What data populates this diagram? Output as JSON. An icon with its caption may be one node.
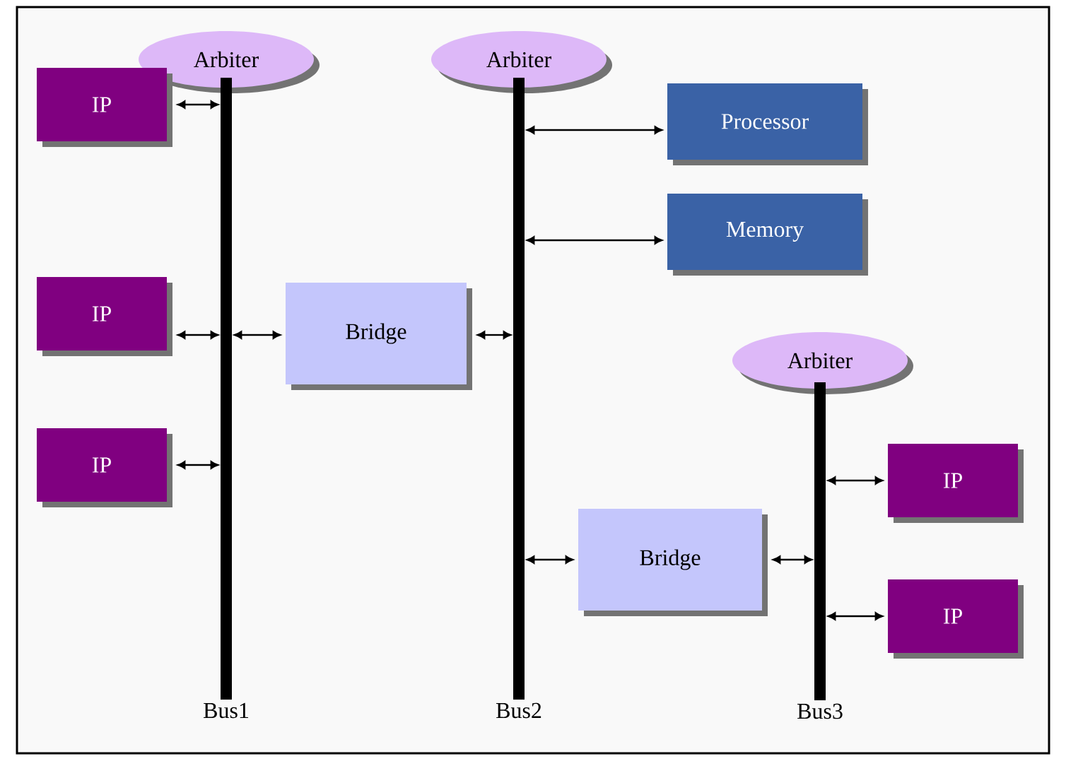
{
  "diagram": {
    "nodes": [
      {
        "text": [
          "Arbiter"
        ]
      },
      {
        "text": [
          "Arbiter"
        ]
      },
      {
        "text": [
          "Arbiter"
        ]
      },
      {
        "text": [
          "Bus1"
        ]
      },
      {
        "text": [
          "Bus2"
        ]
      },
      {
        "text": [
          "Bus3"
        ]
      },
      {
        "text": [
          "IP"
        ]
      },
      {
        "text": [
          "IP"
        ]
      },
      {
        "text": [
          "IP"
        ]
      },
      {
        "text": [
          "Bridge"
        ]
      },
      {
        "text": [
          "Processor"
        ]
      },
      {
        "text": [
          "Memory"
        ]
      },
      {
        "text": [
          "Bridge"
        ]
      },
      {
        "text": [
          "IP"
        ]
      },
      {
        "text": [
          "IP"
        ]
      }
    ],
    "edges": [
      {
        "from": 6,
        "to": 3,
        "arrow": "both"
      },
      {
        "from": 7,
        "to": 3,
        "arrow": "both"
      },
      {
        "from": 3,
        "to": 9,
        "arrow": "both"
      },
      {
        "from": 9,
        "to": 4,
        "arrow": "both"
      },
      {
        "from": 8,
        "to": 3,
        "arrow": "both"
      },
      {
        "from": 4,
        "to": 10,
        "arrow": "both"
      },
      {
        "from": 4,
        "to": 11,
        "arrow": "both"
      },
      {
        "from": 4,
        "to": 12,
        "arrow": "both"
      },
      {
        "from": 12,
        "to": 5,
        "arrow": "both"
      },
      {
        "from": 5,
        "to": 13,
        "arrow": "both"
      },
      {
        "from": 5,
        "to": 14,
        "arrow": "both"
      }
    ]
  }
}
